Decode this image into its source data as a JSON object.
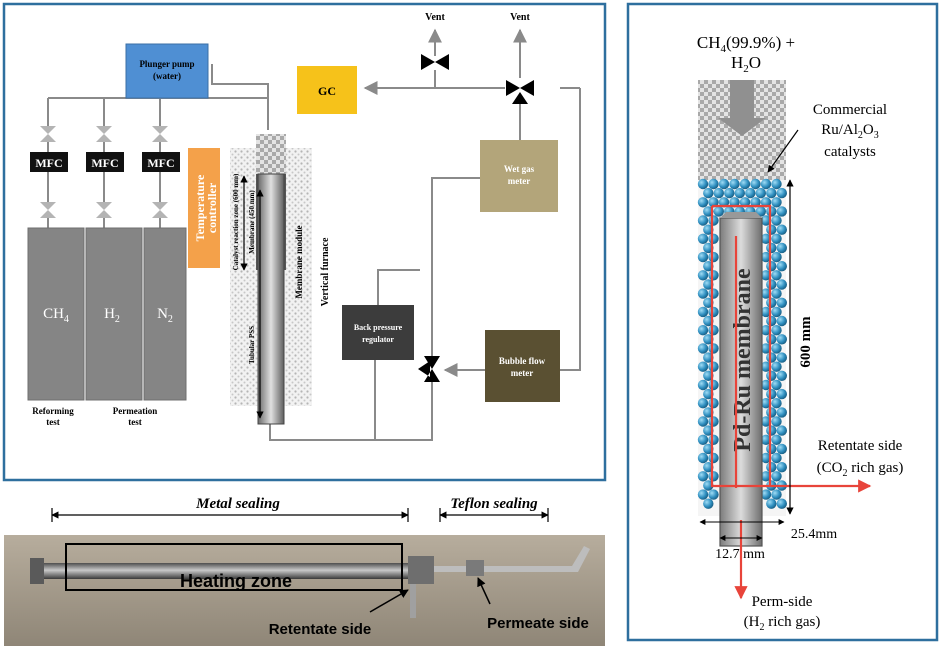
{
  "schematic": {
    "pump_label_1": "Plunger pump",
    "pump_label_2": "(water)",
    "gc": "GC",
    "vent_left": "Vent",
    "vent_right": "Vent",
    "mfc": "MFC",
    "temp_controller_1": "Temperature",
    "temp_controller_2": "controller",
    "catalyst_zone": "Catalyst reaction zone (600 mm)",
    "membrane_len": "Membrane (450 mm)",
    "tubular_pss": "Tubular PSS",
    "membrane_module": "Membrane module",
    "vertical_furnace": "Vertical furnace",
    "wet_gas_1": "Wet gas",
    "wet_gas_2": "meter",
    "back_pressure_1": "Back pressure",
    "back_pressure_2": "regulator",
    "bubble_flow_1": "Bubble flow",
    "bubble_flow_2": "meter",
    "cyl_ch4": "CH",
    "cyl_ch4_sub": "4",
    "cyl_h2": "H",
    "cyl_h2_sub": "2",
    "cyl_n2": "N",
    "cyl_n2_sub": "2",
    "reforming_1": "Reforming",
    "reforming_2": "test",
    "permeation_1": "Permeation",
    "permeation_2": "test"
  },
  "reactor": {
    "feed_1": "CH",
    "feed_1_sub": "4",
    "feed_1_rest": "(99.9%) +",
    "feed_2": "H",
    "feed_2_sub": "2",
    "feed_2_rest": "O",
    "catalyst_1": "Commercial",
    "catalyst_2a": "Ru/Al",
    "catalyst_2_sub1": "2",
    "catalyst_2b": "O",
    "catalyst_2_sub2": "3",
    "catalyst_3": "catalysts",
    "membrane": "Pd-Ru membrane",
    "length": "600 mm",
    "retentate_1": "Retentate side",
    "retentate_2a": "(CO",
    "retentate_2_sub": "2",
    "retentate_2b": " rich gas)",
    "outer_dia": "25.4mm",
    "inner_dia": "12.7 mm",
    "perm_1": "Perm-side",
    "perm_2a": "(H",
    "perm_2_sub": "2",
    "perm_2b": " rich gas)"
  },
  "photo": {
    "metal_sealing": "Metal sealing",
    "teflon_sealing": "Teflon sealing",
    "heating_zone": "Heating zone",
    "retentate_side": "Retentate side",
    "permeate_side": "Permeate side"
  },
  "colors": {
    "frame": "#2e6f9e",
    "pump": "#4f8fd3",
    "gc": "#f6c21a",
    "temp": "#f4a14a",
    "wet_gas": "#b3a57a",
    "bubble": "#5a5032",
    "regulator": "#3c3c3c",
    "cylinder": "#8a8a8a",
    "arrow_red": "#e8443a",
    "bead": "#2f8fc0"
  }
}
